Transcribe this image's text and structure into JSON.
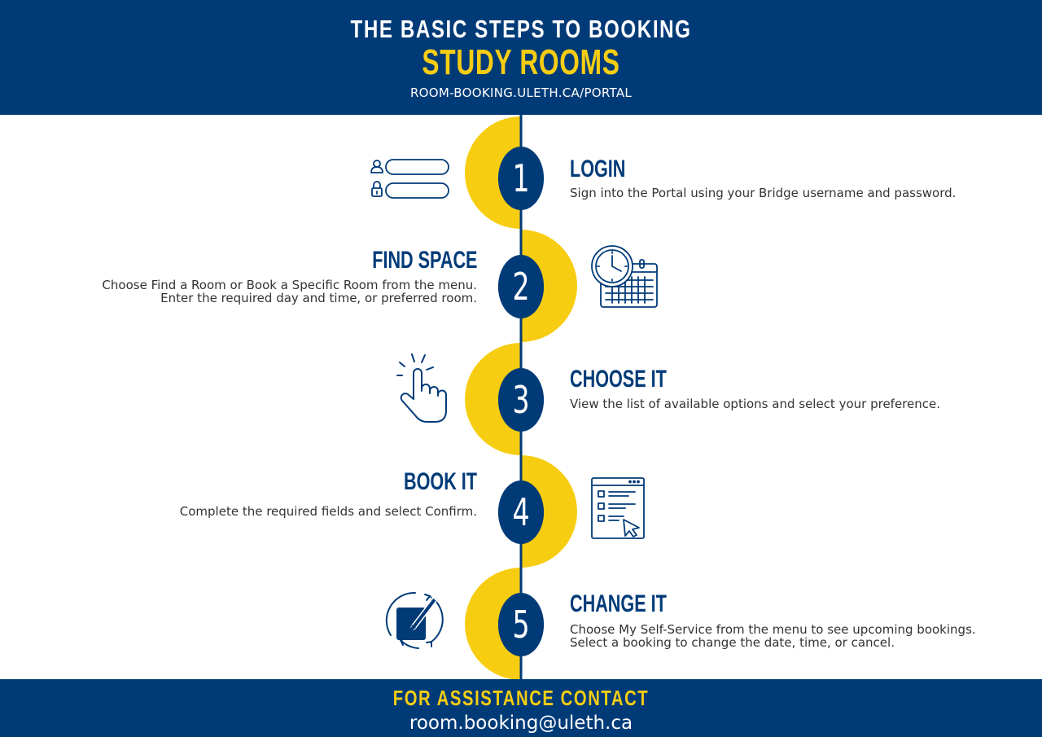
{
  "header": {
    "title_line1": "THE BASIC STEPS TO BOOKING",
    "title_line2": "STUDY ROOMS",
    "url": "ROOM-BOOKING.ULETH.CA/PORTAL"
  },
  "colors": {
    "navy": "#003b78",
    "yellow": "#f7cd12",
    "text": "#333333",
    "white": "#ffffff"
  },
  "steps": [
    {
      "number": "1",
      "title": "LOGIN",
      "lines": [
        "Sign into the Portal using your Bridge username and password."
      ],
      "icon": "login-form-icon"
    },
    {
      "number": "2",
      "title": "FIND SPACE",
      "lines": [
        "Choose Find a Room or Book a Specific Room from the menu.",
        "Enter the required day and time, or preferred room."
      ],
      "icon": "clock-calendar-icon"
    },
    {
      "number": "3",
      "title": "CHOOSE IT",
      "lines": [
        "View the list of available options and select your preference."
      ],
      "icon": "pointing-hand-icon"
    },
    {
      "number": "4",
      "title": "BOOK IT",
      "lines": [
        "Complete the required fields and select Confirm."
      ],
      "icon": "checklist-form-icon"
    },
    {
      "number": "5",
      "title": "CHANGE IT",
      "lines": [
        "Choose My Self-Service from the menu to see upcoming bookings.",
        "Select a booking to change the date, time, or cancel."
      ],
      "icon": "edit-refresh-icon"
    }
  ],
  "footer": {
    "title": "FOR ASSISTANCE CONTACT",
    "email": "room.booking@uleth.ca"
  }
}
